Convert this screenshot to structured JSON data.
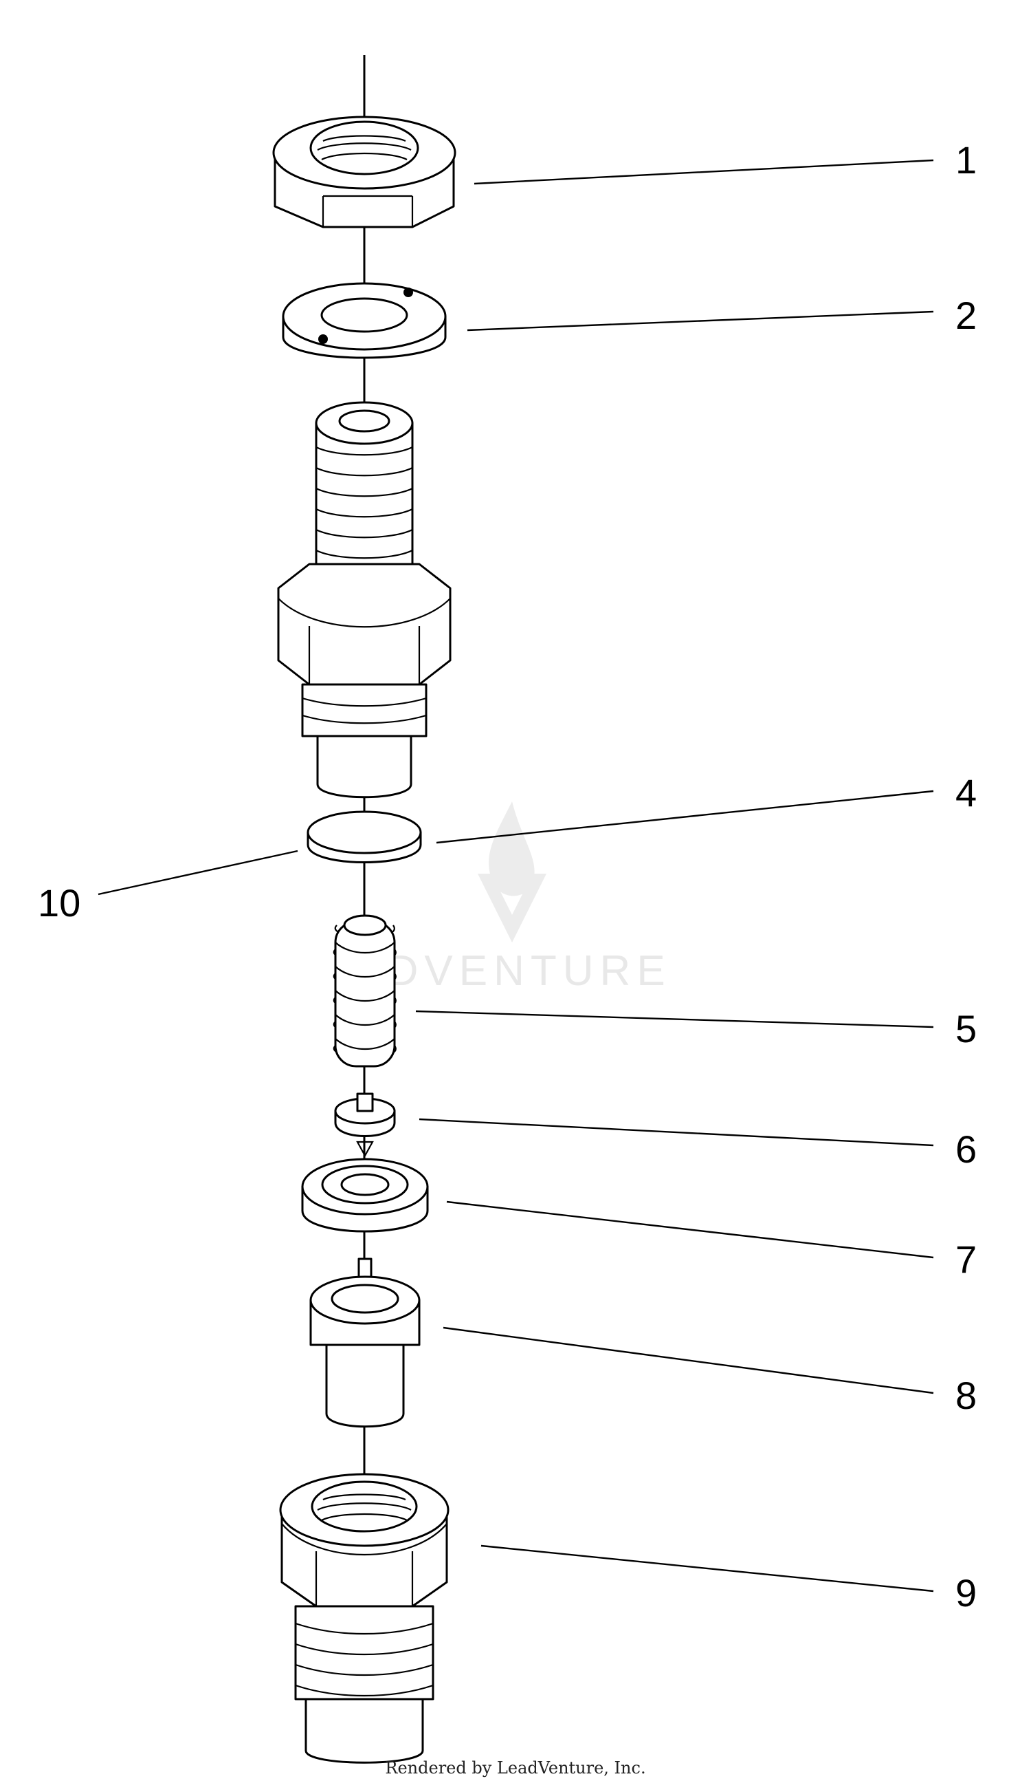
{
  "callouts": [
    {
      "label": "1"
    },
    {
      "label": "2"
    },
    {
      "label": "4"
    },
    {
      "label": "10"
    },
    {
      "label": "5"
    },
    {
      "label": "6"
    },
    {
      "label": "7"
    },
    {
      "label": "8"
    },
    {
      "label": "9"
    }
  ],
  "watermark": {
    "text": "ADVENTURE",
    "icon": "flame-v-logo-icon"
  },
  "footer": {
    "text": "Rendered by LeadVenture, Inc."
  }
}
